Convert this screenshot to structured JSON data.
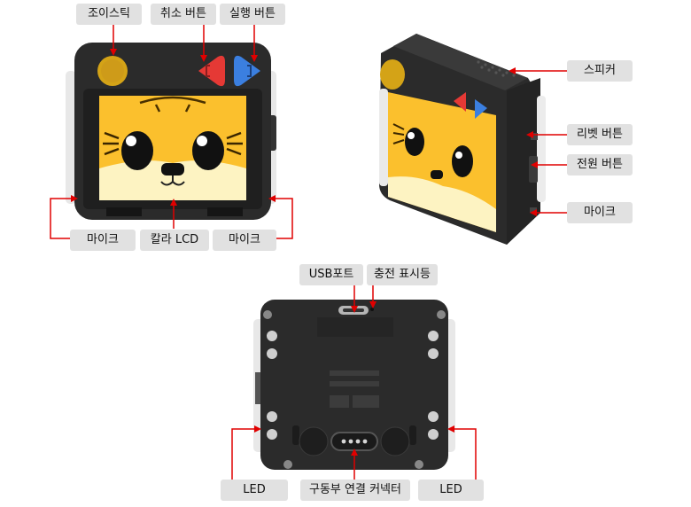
{
  "labels": {
    "joystick": "조이스틱",
    "cancel_button": "취소 버튼",
    "run_button": "실행 버튼",
    "mic_left": "마이크",
    "color_lcd": "칼라 LCD",
    "mic_right": "마이크",
    "speaker": "스피커",
    "reset_button": "리벳 버튼",
    "power_button": "전원 버튼",
    "mic_side": "마이크",
    "usb_port": "USB포트",
    "charge_indicator": "충전 표시등",
    "led_left": "LED",
    "drive_connector": "구동부 연결 커넥터",
    "led_right": "LED"
  },
  "colors": {
    "body": "#2b2b2b",
    "body_edge": "#1c1c1c",
    "screen_yellow": "#fbc02d",
    "screen_cream": "#fdf3c2",
    "joystick": "#d4a317",
    "cancel_red": "#e53935",
    "run_blue": "#3b7fe0",
    "arrow": "#e00000",
    "label_bg": "#e1e1e1"
  }
}
